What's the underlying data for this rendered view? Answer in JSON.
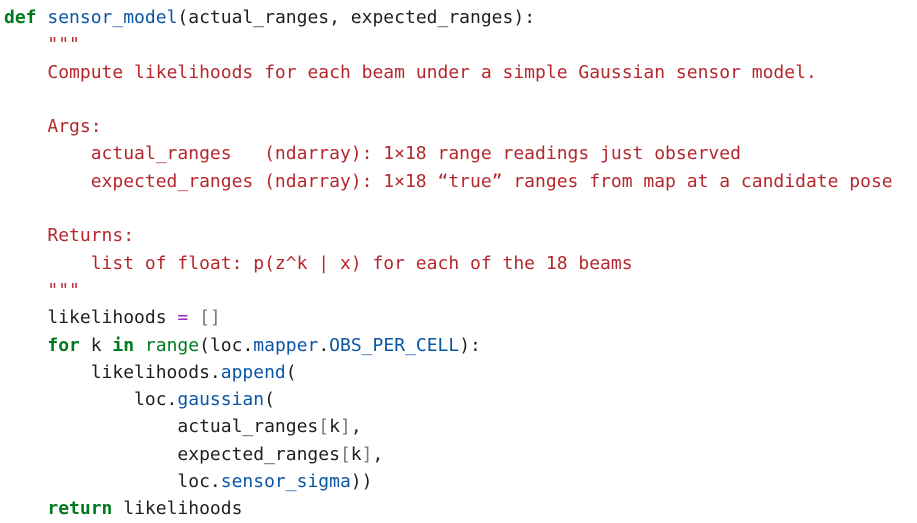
{
  "code": {
    "lines": [
      {
        "segments": [
          {
            "t": "def",
            "c": "kw"
          },
          {
            "t": " "
          },
          {
            "t": "sensor_model",
            "c": "fn"
          },
          {
            "t": "(actual_ranges, expected_ranges):"
          }
        ]
      },
      {
        "segments": [
          {
            "t": "    "
          },
          {
            "t": "\"\"\"",
            "c": "str"
          }
        ]
      },
      {
        "segments": [
          {
            "t": "    "
          },
          {
            "t": "Compute likelihoods for each beam under a simple Gaussian sensor model.",
            "c": "str"
          }
        ]
      },
      {
        "segments": []
      },
      {
        "segments": [
          {
            "t": "    "
          },
          {
            "t": "Args:",
            "c": "str"
          }
        ]
      },
      {
        "segments": [
          {
            "t": "        "
          },
          {
            "t": "actual_ranges   (ndarray): 1×18 range readings just observed",
            "c": "str"
          }
        ]
      },
      {
        "segments": [
          {
            "t": "        "
          },
          {
            "t": "expected_ranges (ndarray): 1×18 “true” ranges from map at a candidate pose",
            "c": "str"
          }
        ]
      },
      {
        "segments": []
      },
      {
        "segments": [
          {
            "t": "    "
          },
          {
            "t": "Returns:",
            "c": "str"
          }
        ]
      },
      {
        "segments": [
          {
            "t": "        "
          },
          {
            "t": "list of float: p(z^k | x) for each of the 18 beams",
            "c": "str"
          }
        ]
      },
      {
        "segments": [
          {
            "t": "    "
          },
          {
            "t": "\"\"\"",
            "c": "str"
          }
        ]
      },
      {
        "segments": [
          {
            "t": "    likelihoods "
          },
          {
            "t": "=",
            "c": "op"
          },
          {
            "t": " "
          },
          {
            "t": "[]",
            "c": "brk"
          }
        ]
      },
      {
        "segments": [
          {
            "t": "    "
          },
          {
            "t": "for",
            "c": "kw"
          },
          {
            "t": " k "
          },
          {
            "t": "in",
            "c": "kw"
          },
          {
            "t": " "
          },
          {
            "t": "range",
            "c": "bi"
          },
          {
            "t": "(loc."
          },
          {
            "t": "mapper",
            "c": "attr"
          },
          {
            "t": "."
          },
          {
            "t": "OBS_PER_CELL",
            "c": "attr"
          },
          {
            "t": "):"
          }
        ]
      },
      {
        "segments": [
          {
            "t": "        likelihoods."
          },
          {
            "t": "append",
            "c": "attr"
          },
          {
            "t": "("
          }
        ]
      },
      {
        "segments": [
          {
            "t": "            loc."
          },
          {
            "t": "gaussian",
            "c": "attr"
          },
          {
            "t": "("
          }
        ]
      },
      {
        "segments": [
          {
            "t": "                actual_ranges"
          },
          {
            "t": "[",
            "c": "brk"
          },
          {
            "t": "k"
          },
          {
            "t": "]",
            "c": "brk"
          },
          {
            "t": ","
          }
        ]
      },
      {
        "segments": [
          {
            "t": "                expected_ranges"
          },
          {
            "t": "[",
            "c": "brk"
          },
          {
            "t": "k"
          },
          {
            "t": "]",
            "c": "brk"
          },
          {
            "t": ","
          }
        ]
      },
      {
        "segments": [
          {
            "t": "                loc."
          },
          {
            "t": "sensor_sigma",
            "c": "attr"
          },
          {
            "t": "))"
          }
        ]
      },
      {
        "segments": [
          {
            "t": "    "
          },
          {
            "t": "return",
            "c": "kw"
          },
          {
            "t": " likelihoods"
          }
        ]
      }
    ]
  }
}
